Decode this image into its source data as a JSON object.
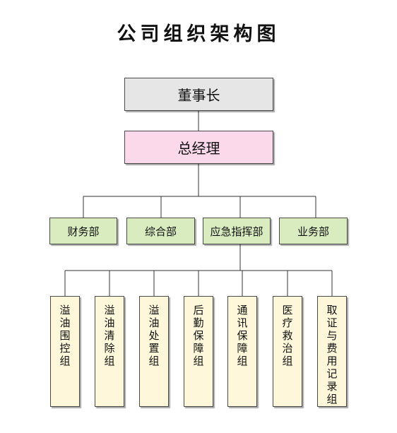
{
  "diagram": {
    "title": "公司组织架构图",
    "root": "董事长",
    "manager": "总经理",
    "departments": [
      "财务部",
      "综合部",
      "应急指挥部",
      "业务部"
    ],
    "groups": [
      "溢油围控组",
      "溢油清除组",
      "溢油处置组",
      "后勤保障组",
      "通讯保障组",
      "医疗救治组",
      "取证与费用记录组"
    ],
    "colors": {
      "root_fill": "#e6e6e6",
      "manager_fill": "#fbd9eb",
      "department_fill": "#d9ecc0",
      "group_fill": "#fef7d9"
    }
  }
}
